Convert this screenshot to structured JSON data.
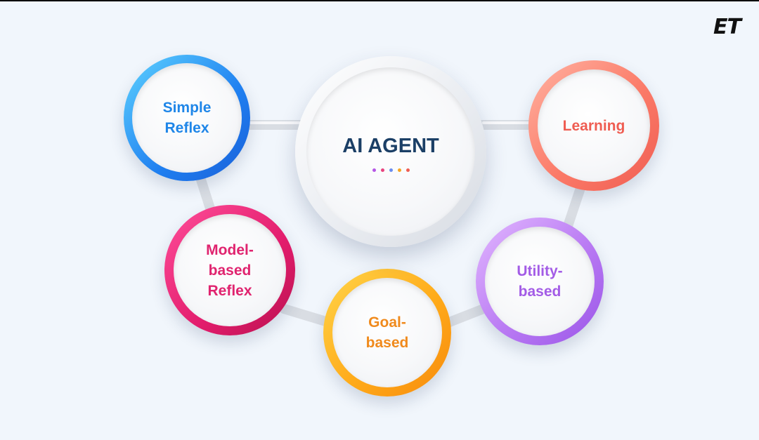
{
  "logo": {
    "text": "ET"
  },
  "center": {
    "title": "AI AGENT",
    "dot_colors": [
      "#b557e6",
      "#e8447f",
      "#6a8df0",
      "#f5a524",
      "#ef5d52"
    ]
  },
  "nodes": {
    "simple_reflex": {
      "label": "Simple Reflex",
      "color": "#1f86e8"
    },
    "learning": {
      "label": "Learning",
      "color": "#ef5d52"
    },
    "model_based_reflex": {
      "label": "Model-based Reflex",
      "color": "#e0246f"
    },
    "goal_based": {
      "label": "Goal-based",
      "color": "#f08a1c"
    },
    "utility_based": {
      "label": "Utility-based",
      "color": "#a35ce6"
    }
  }
}
